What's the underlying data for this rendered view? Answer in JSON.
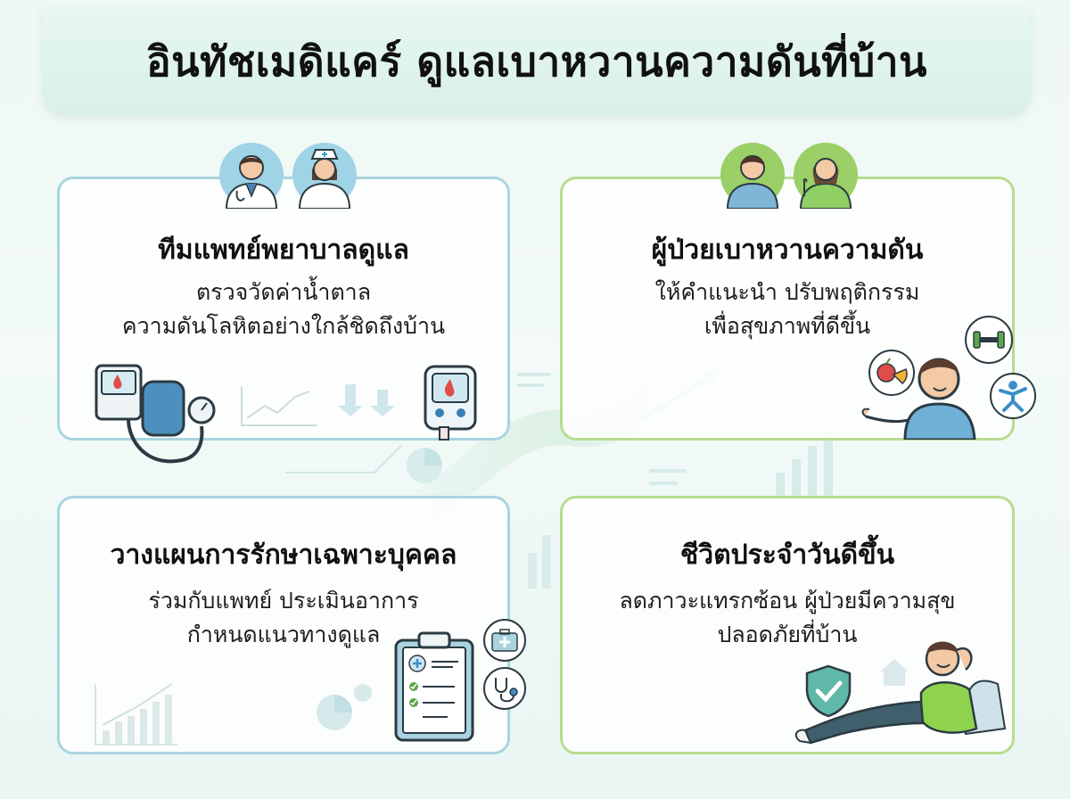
{
  "title": "อินทัชเมดิแคร์ ดูแลเบาหวานความดันที่บ้าน",
  "cards": [
    {
      "title": "ทีมแพทย์พยาบาลดูแล",
      "lines": [
        "ตรวจวัดค่าน้ำตาล",
        "ความดันโลหิตอย่างใกล้ชิดถึงบ้าน"
      ]
    },
    {
      "title": "ผู้ป่วยเบาหวานความดัน",
      "lines": [
        "ให้คำแนะนำ ปรับพฤติกรรม",
        "เพื่อสุขภาพที่ดีขึ้น"
      ]
    },
    {
      "title": "วางแผนการรักษาเฉพาะบุคคล",
      "lines": [
        "ร่วมกับแพทย์ ประเมินอาการ",
        "กำหนดแนวทางดูแล"
      ]
    },
    {
      "title": "ชีวิตประจำวันดีขึ้น",
      "lines": [
        "ลดภาวะแทรกซ้อน ผู้ป่วยมีความสุข",
        "ปลอดภัยที่บ้าน"
      ]
    }
  ],
  "icons": {
    "card1": [
      "doctor-avatar-icon",
      "nurse-avatar-icon",
      "blood-pressure-monitor-icon",
      "glucose-meter-icon",
      "trend-chart-icon",
      "down-arrows-icon"
    ],
    "card2": [
      "male-patient-avatar-icon",
      "female-patient-avatar-icon",
      "patient-man-icon",
      "fruit-bubble-icon",
      "dumbbell-bubble-icon",
      "exercise-bubble-icon"
    ],
    "card3": [
      "clipboard-icon",
      "medical-kit-bubble-icon",
      "stethoscope-bubble-icon",
      "bar-chart-icon",
      "pie-chart-icon"
    ],
    "card4": [
      "shield-check-icon",
      "house-icon",
      "relaxing-man-icon"
    ]
  },
  "colors": {
    "blue_border": "#a9d4df",
    "green_border": "#b7dc8f",
    "blue_avatar": "#9fd3e6",
    "green_avatar": "#9bcf67"
  }
}
